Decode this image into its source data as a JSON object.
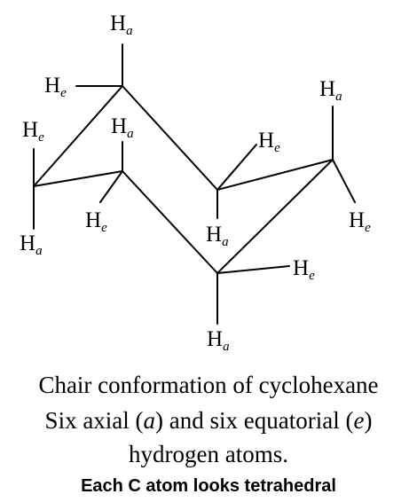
{
  "diagram": {
    "hydrogens": [
      {
        "type": "axial",
        "letter": "H",
        "sub": "a"
      },
      {
        "type": "equatorial",
        "letter": "H",
        "sub": "e"
      }
    ]
  },
  "caption": {
    "line1": "Chair conformation of cyclohexane",
    "line2_pre": "Six axial (",
    "line2_a": "a",
    "line2_mid": ") and six equatorial (",
    "line2_e": "e",
    "line2_post": ")",
    "line3": "hydrogen atoms.",
    "line4": "Each C atom looks tetrahedral"
  }
}
